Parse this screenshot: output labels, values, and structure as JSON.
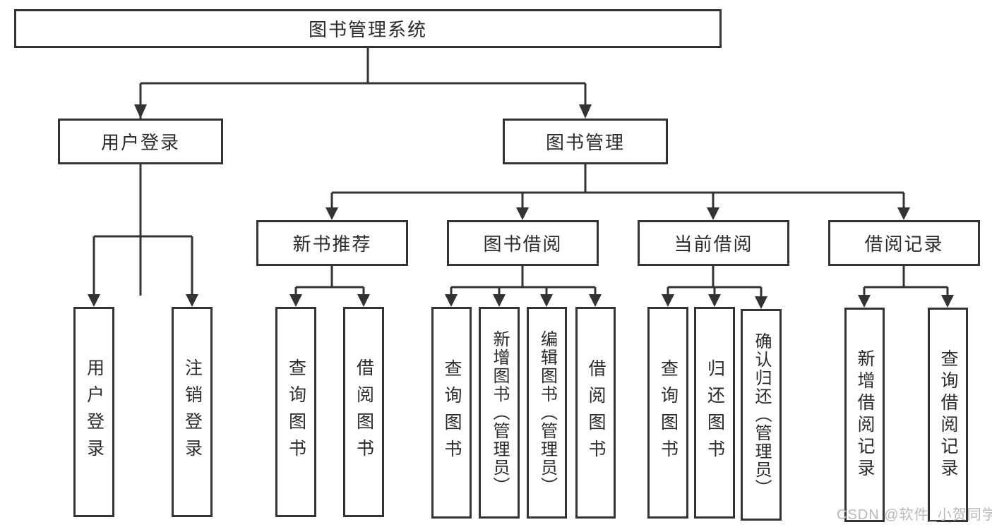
{
  "nodes": {
    "root": "图书管理系统",
    "user_login": "用户登录",
    "book_mgmt": "图书管理",
    "new_rec": "新书推荐",
    "book_borrow": "图书借阅",
    "current_borrow": "当前借阅",
    "borrow_records": "借阅记录",
    "leaf_user_login": "用户登录",
    "leaf_logout": "注销登录",
    "leaf_query_book_new": "查询图书",
    "leaf_borrow_book_new": "借阅图书",
    "leaf_query_book_borrow": "查询图书",
    "leaf_add_book": "新增图书（管理员）",
    "leaf_edit_book": "编辑图书（管理员）",
    "leaf_borrow_book": "借阅图书",
    "leaf_query_book_current": "查询图书",
    "leaf_return_book": "归还图书",
    "leaf_confirm_return": "确认归还（管理员）",
    "leaf_add_record": "新增借阅记录",
    "leaf_query_record": "查询借阅记录"
  },
  "watermark": "CSDN @软件_小贺同学",
  "colors": {
    "line": "#333333",
    "text": "#2b2b2b",
    "watermark": "#b9b9b9",
    "background": "#ffffff"
  }
}
